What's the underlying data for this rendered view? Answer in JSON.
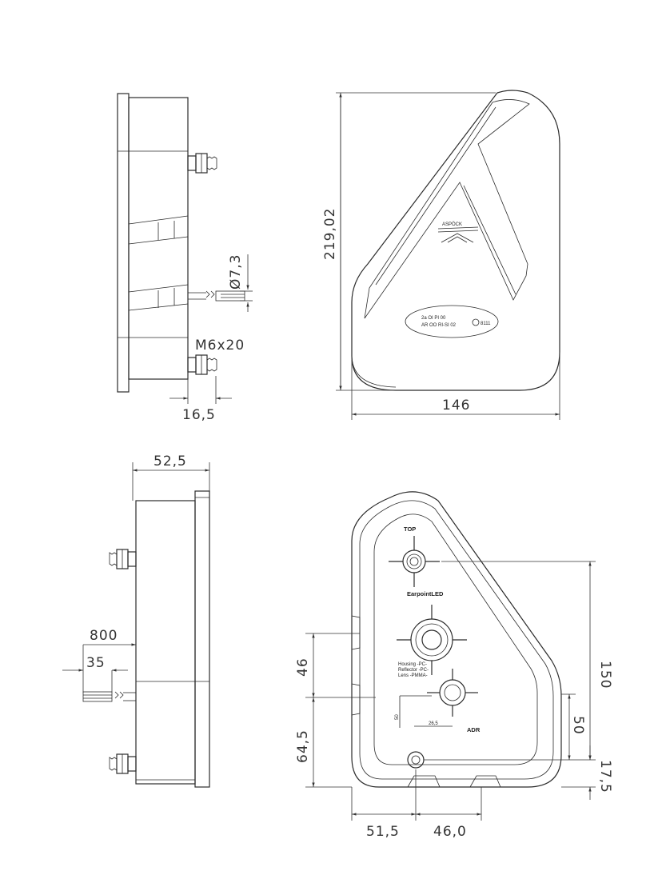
{
  "dimensions": {
    "height_total": "219,02",
    "width_total": "146",
    "cable_diameter": "Ø7,3",
    "bolt_spec": "M6x20",
    "bolt_protrusion": "16,5",
    "depth": "52,5",
    "cable_length": "800",
    "cable_strip": "35",
    "hole_spacing_upper": "46",
    "hole_spacing_lower": "64,5",
    "height_150": "150",
    "height_50": "50",
    "offset_17_5": "17,5",
    "offset_51_5": "51,5",
    "offset_46_0": "46,0"
  },
  "front_label": {
    "line1": "2a  OI  PI  00",
    "line2": "AR OO RI-SI  02",
    "mark": "8111"
  },
  "brand": "ASPÖCK",
  "back_labels": {
    "top": "TOP",
    "product": "EarpointLED",
    "adr": "ADR",
    "dim_265": "26,5",
    "dim_50_small": "50",
    "materials": [
      "Housing  -PC-",
      "Reflector  -PC-",
      "Lens  -PMMA-"
    ]
  }
}
